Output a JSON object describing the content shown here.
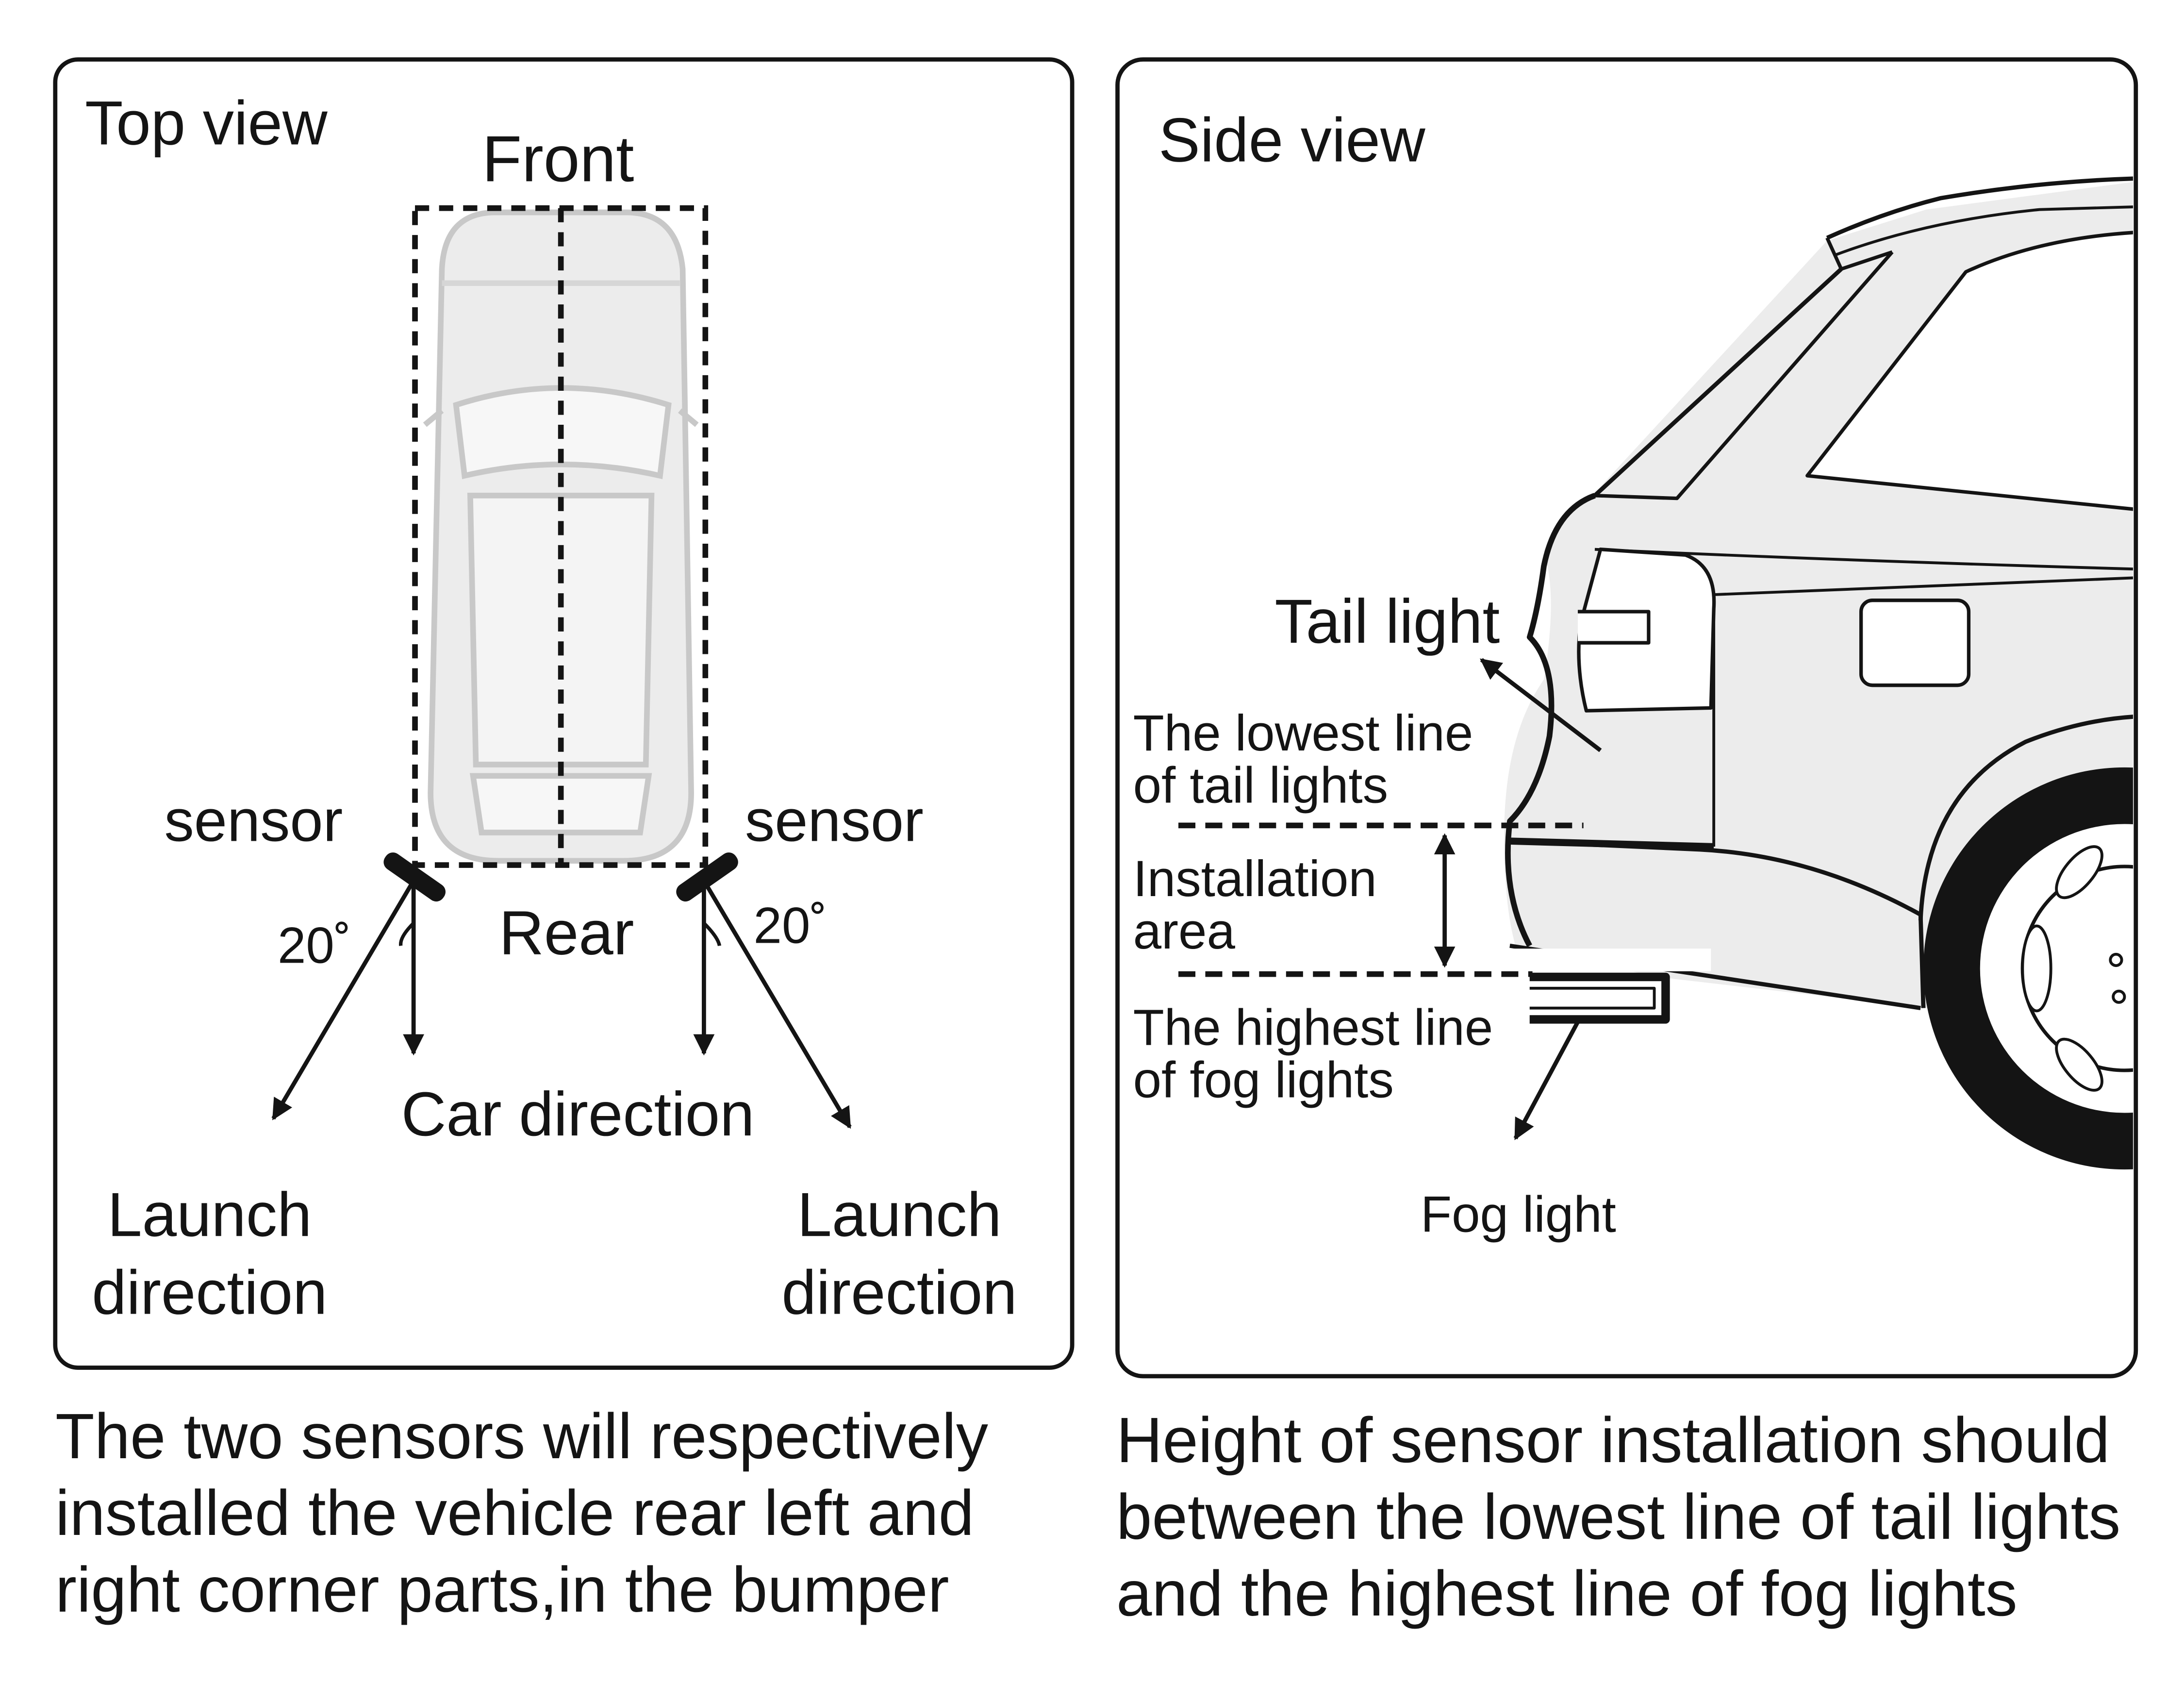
{
  "top_view": {
    "title": "Top view",
    "front_label": "Front",
    "rear_label": "Rear",
    "sensor_left_label": "sensor",
    "sensor_right_label": "sensor",
    "angle_left_label": "20˚",
    "angle_right_label": "20˚",
    "car_direction_label": "Car direction",
    "launch_left_line1": "Launch",
    "launch_left_line2": "direction",
    "launch_right_line1": "Launch",
    "launch_right_line2": "direction"
  },
  "side_view": {
    "title": "Side view",
    "tail_light_label": "Tail light",
    "lowest_line_line1": "The lowest line",
    "lowest_line_line2": "of tail lights",
    "installation_line1": "Installation",
    "installation_line2": "area",
    "highest_line_line1": "The highest line",
    "highest_line_line2": "of fog lights",
    "fog_light_label": "Fog light"
  },
  "captions": {
    "left": "The two sensors will respectively\ninstalled the vehicle rear left and\nright corner parts,in the bumper",
    "right": "Height of sensor installation should\nbetween the lowest line of tail lights\nand the highest line of fog lights"
  }
}
